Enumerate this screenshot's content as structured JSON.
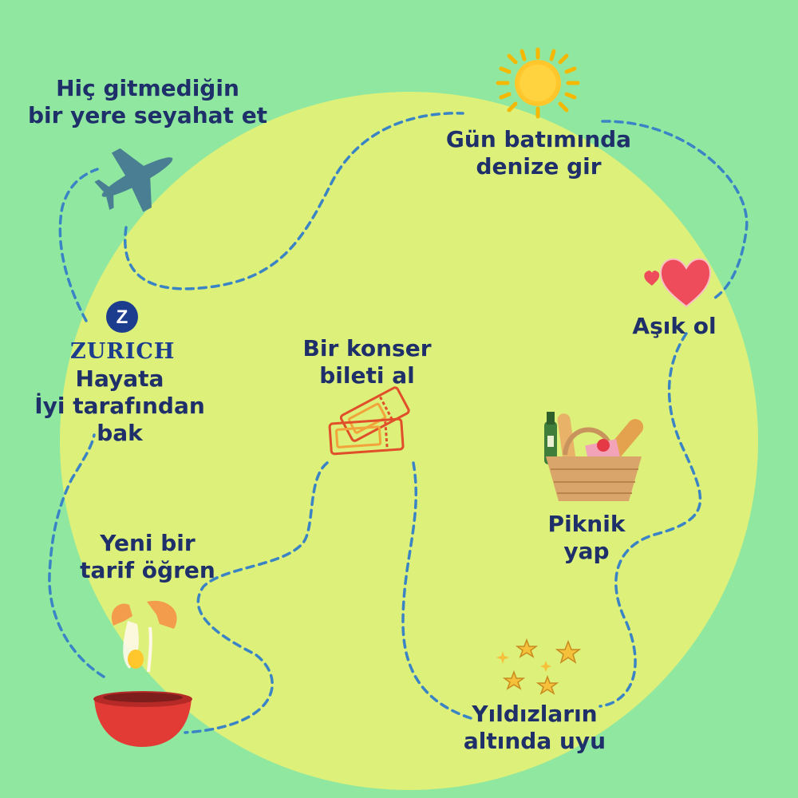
{
  "brand": {
    "logo_letter": "Z",
    "name": "ZURICH",
    "tagline": "Hayata\nİyi tarafından\nbak",
    "color": "#1C3D8E"
  },
  "activities": [
    {
      "text": "Hiç gitmediğin\nbir yere seyahat et",
      "icon": "airplane-icon"
    },
    {
      "text": "Gün batımında\ndenize gir",
      "icon": "sun-icon"
    },
    {
      "text": "Aşık ol",
      "icon": "heart-icon"
    },
    {
      "text": "Bir konser\nbileti al",
      "icon": "ticket-icon"
    },
    {
      "text": "Piknik\nyap",
      "icon": "picnic-basket-icon"
    },
    {
      "text": "Yeni bir\ntarif öğren",
      "icon": "egg-bowl-icon"
    },
    {
      "text": "Yıldızların\naltında uyu",
      "icon": "stars-icon"
    }
  ],
  "colors": {
    "background": "#90E8A0",
    "circle": "#DCF07A",
    "text": "#1E2F6A",
    "path": "#3A84C6"
  }
}
